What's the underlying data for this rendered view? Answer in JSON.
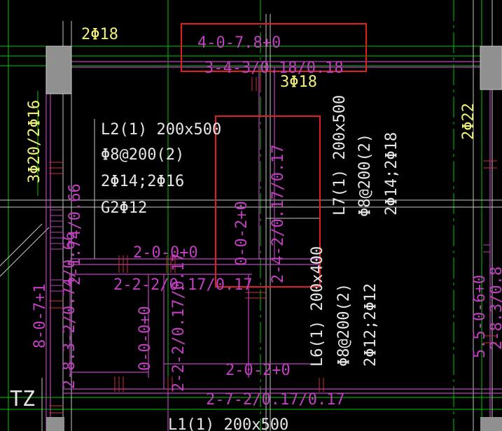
{
  "colors": {
    "background": "#000000",
    "beam_lines": "#c8c8c8",
    "axis_green": "#00c800",
    "magenta": "#c040c0",
    "yellow": "#f0f078",
    "white_text": "#e6e6e6",
    "red_box": "#e02020",
    "red_hatch": "#d03030",
    "column_fill": "#909090"
  },
  "labels": {
    "top_2phi18": "2Φ18",
    "top_beam_code_1": "4-0-7.8+0",
    "top_beam_code_2": "3-4-3/0.18/0.18",
    "top_3phi18": "3Φ18",
    "left_col_rebar": "3Φ20/2Φ16",
    "right_2phi22": "2Φ22",
    "l2_title": "L2(1) 200x500",
    "l2_stirrup": "Φ8@200(2)",
    "l2_rebar": "2Φ14;2Φ16",
    "l2_g": "G2Φ12",
    "center_code_1": "0-0-2+0",
    "center_code_2": "2-4-2/0.17/0.17",
    "l7_title": "L7(1) 200x500",
    "l7_stirrup": "Φ8@200(2)",
    "l7_rebar": "2Φ14;2Φ18",
    "mid_code_1": "2-0-0+0",
    "mid_code_2": "2-2-2/0.17/0.17",
    "left_code_1": "2-1.74/0.66",
    "left_code_2": "8-0-7+1",
    "left_code_3": "2-8.3-2/0.74/0.66",
    "box_code_1": "0-0-0+0",
    "box_code_2": "2-2-2/0.17/0.17",
    "l6_title": "L6(1) 200x400",
    "l6_stirrup": "Φ8@200(2)",
    "l6_rebar": "2Φ12;2Φ12",
    "bottom_code_1": "2-0-2+0",
    "bottom_code_2": "2-7-2/0.17/0.17",
    "right_code_1": "5.5-0-6+0",
    "right_code_2": "2-8.3/0.8",
    "tz": "TZ",
    "l1_title": "L1(1) 200x500"
  }
}
